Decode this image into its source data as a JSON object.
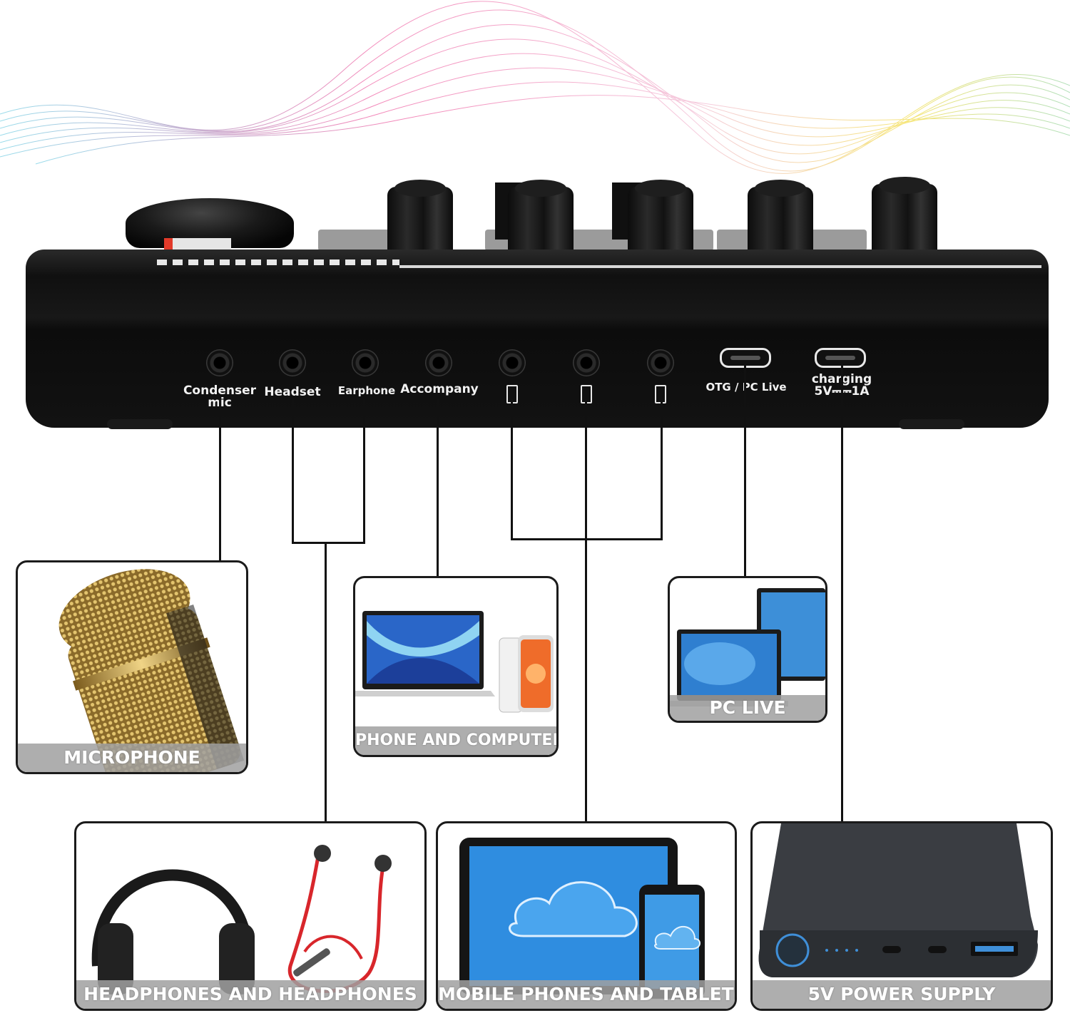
{
  "ports": {
    "condenser_mic": "Condenser\nmic",
    "headset": "Headset",
    "earphone": "Earphone",
    "accompany": "Accompany",
    "otg_pc_live": "OTG / PC Live",
    "charging": "charging\n5V⎓⎓1A"
  },
  "cards": {
    "microphone": "MICROPHONE",
    "phone_and_computer": "PHONE AND COMPUTER",
    "pc_live": "PC LIVE",
    "headphones": "HEADPHONES AND HEADPHONES",
    "mobile_phones": "MOBILE PHONES AND TABLETS",
    "power_supply": "5V POWER SUPPLY"
  },
  "colors": {
    "device_body": "#121212",
    "line": "#111111",
    "caption_bg": "#a0a0a0",
    "mic_gold": "#c9a24a",
    "screen_blue": "#2f8de0",
    "cable_red": "#d8262b"
  }
}
